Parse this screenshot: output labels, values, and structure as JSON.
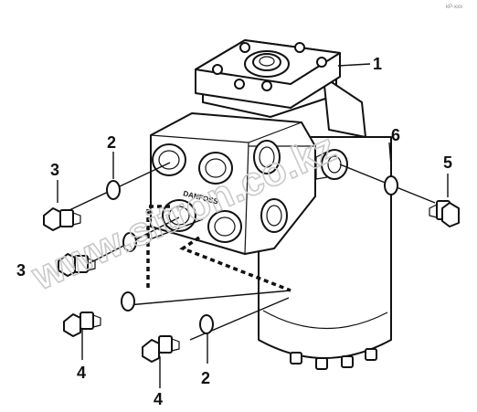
{
  "watermark": {
    "text": "www.sitron.co.kz"
  },
  "stamp": {
    "text": "kP-xxx"
  },
  "body_marking": {
    "text": "DANFOSS"
  },
  "callouts": {
    "c1": "1",
    "c2a": "2",
    "c2b": "2",
    "c3a": "3",
    "c3b": "3",
    "c4a": "4",
    "c4b": "4",
    "c5": "5",
    "c6": "6"
  }
}
